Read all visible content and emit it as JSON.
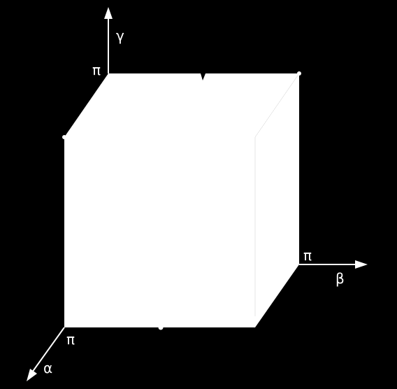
{
  "background_color": "#000000",
  "foreground_color": "#ffffff",
  "axes": {
    "gamma": {
      "name": "γ",
      "max_label": "π"
    },
    "beta": {
      "name": "β",
      "max_label": "π"
    },
    "alpha": {
      "name": "α",
      "max_label": "π"
    }
  },
  "shape": "cube"
}
